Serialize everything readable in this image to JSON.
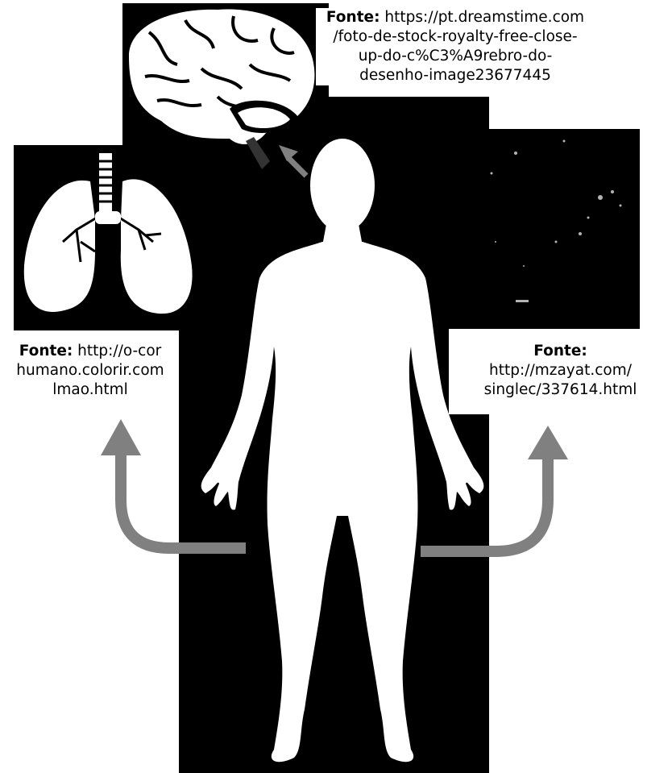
{
  "captions": {
    "brain": {
      "label": "Fonte:",
      "line1": "https://pt.dreamstime.com",
      "line2": "/foto-de-stock-royalty-free-close-",
      "line3": "up-do-c%C3%A9rebro-do-",
      "line4": "desenho-image23677445"
    },
    "lungs": {
      "label": "Fonte:",
      "line1": "http://o-cor",
      "line2": "humano.colorir.com",
      "line3": "lmao.html"
    },
    "right": {
      "label": "Fonte:",
      "line1": "http://mzayat.com/",
      "line2": "singlec/337614.html"
    }
  },
  "colors": {
    "background": "#000000",
    "figure": "#ffffff",
    "arrow": "#808080"
  }
}
